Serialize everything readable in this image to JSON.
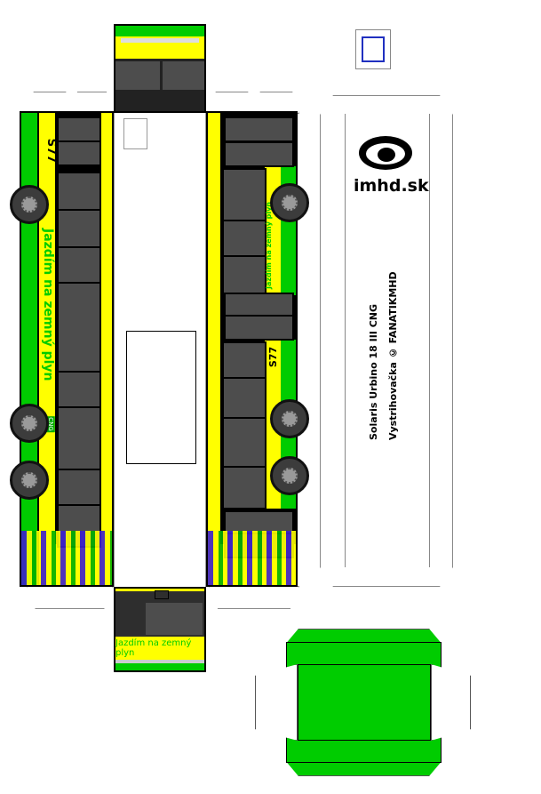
{
  "logo": {
    "text": "imhd.sk"
  },
  "credits": {
    "model": "Solaris Urbino 18 III CNG",
    "author": "Vystrihovačka © FANATIKMHD"
  },
  "bus": {
    "slogan": "Jazdím na zemný plyn",
    "badge": "CNG",
    "fleet_number": "S77"
  },
  "colors": {
    "green": "#00cc00",
    "yellow": "#ffff00",
    "window": "#4d4d4d",
    "body": "#ffffff"
  }
}
